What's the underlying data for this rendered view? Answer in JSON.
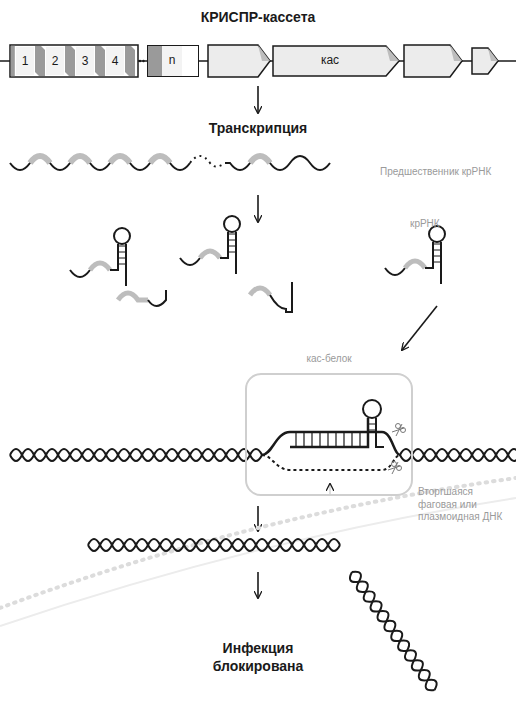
{
  "diagram": {
    "title": "КРИСПР-кассета",
    "nodes": [
      {
        "text": [
          "1"
        ]
      },
      {
        "text": [
          "2"
        ]
      },
      {
        "text": [
          "3"
        ]
      },
      {
        "text": [
          "4"
        ]
      },
      {
        "text": [
          "n"
        ]
      },
      {
        "text": [
          "кас"
        ]
      },
      {
        "text": [
          "кас-белок"
        ]
      }
    ],
    "labels": [
      "Транскрипция",
      "Предшественник крРНК",
      "крРНК",
      "Вторгшаяся фаговая или плазмоидная ДНК",
      "Инфекция блокирована"
    ]
  }
}
